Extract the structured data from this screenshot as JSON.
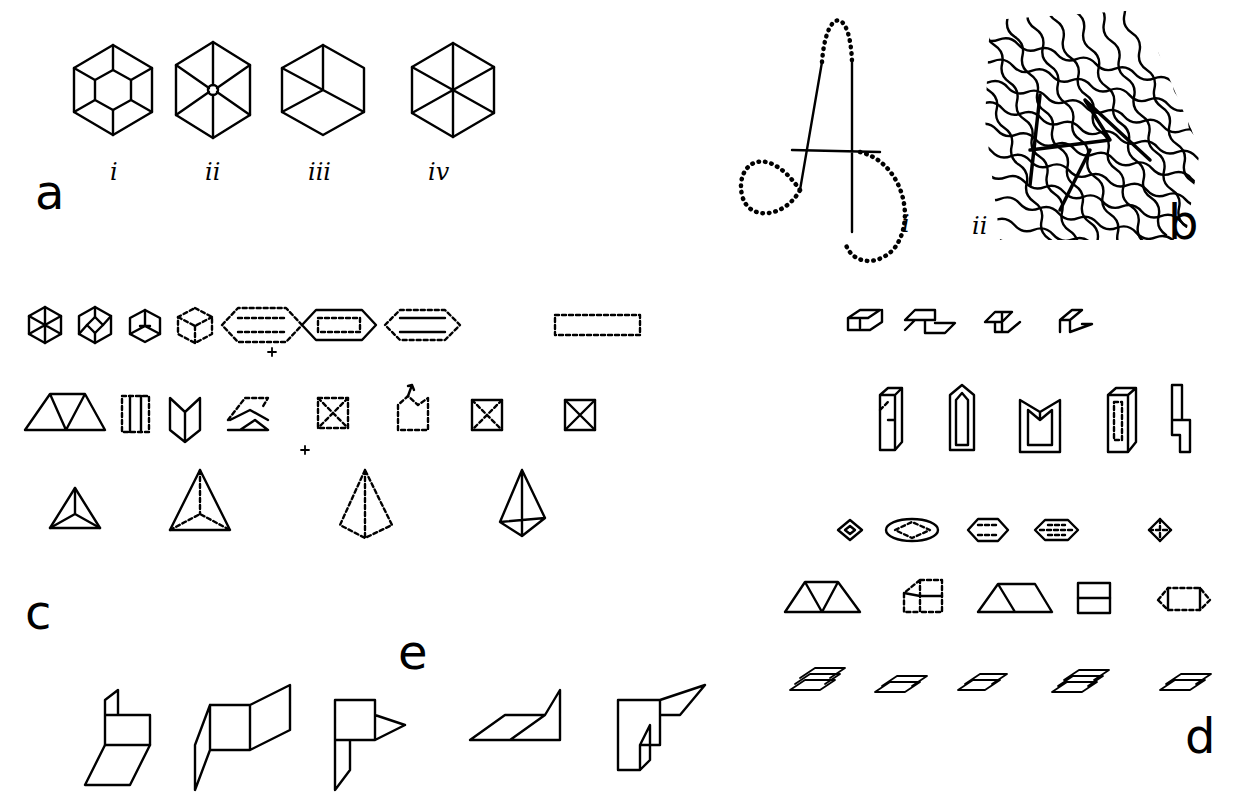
{
  "diagram": {
    "labels": [
      "a",
      "i",
      "ii",
      "iii",
      "iv",
      "i",
      "ii",
      "b",
      "c",
      "e",
      "d"
    ]
  }
}
